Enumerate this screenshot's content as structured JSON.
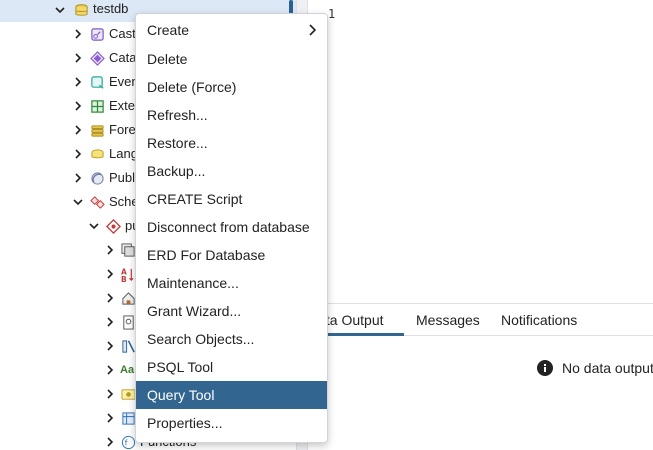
{
  "tree": {
    "db_name": "testdb",
    "items": [
      {
        "label": "Cast",
        "icon": "cast-icon"
      },
      {
        "label": "Cata",
        "icon": "catalog-icon"
      },
      {
        "label": "Even",
        "icon": "event-trigger-icon"
      },
      {
        "label": "Exte",
        "icon": "extension-icon"
      },
      {
        "label": "Fore",
        "icon": "foreign-data-wrapper-icon"
      },
      {
        "label": "Lang",
        "icon": "language-icon"
      },
      {
        "label": "Publ",
        "icon": "publication-icon"
      },
      {
        "label": "Sche",
        "icon": "schemas-icon"
      },
      {
        "label": "pu",
        "icon": "schema-icon"
      },
      {
        "label": "",
        "icon": "collation-icon"
      },
      {
        "label": "",
        "icon": "domain-icon"
      },
      {
        "label": "",
        "icon": "fts-configuration-icon"
      },
      {
        "label": "",
        "icon": "fts-dictionary-icon"
      },
      {
        "label": "",
        "icon": "fts-parser-icon"
      },
      {
        "label": "Aa",
        "icon": ""
      },
      {
        "label": "",
        "icon": "foreign-table-icon"
      },
      {
        "label": "",
        "icon": "function-table-icon"
      },
      {
        "label": "Functions",
        "icon": "functions-icon"
      }
    ]
  },
  "editor": {
    "line_number": "1"
  },
  "results": {
    "tabs": [
      "Data Output",
      "Messages",
      "Notifications"
    ],
    "active_tab": "Data Output",
    "empty_message": "No data output."
  },
  "context_menu": {
    "items": [
      {
        "label": "Create",
        "submenu": true
      },
      {
        "label": "Delete"
      },
      {
        "label": "Delete (Force)"
      },
      {
        "label": "Refresh..."
      },
      {
        "label": "Restore..."
      },
      {
        "label": "Backup..."
      },
      {
        "label": "CREATE Script"
      },
      {
        "label": "Disconnect from database"
      },
      {
        "label": "ERD For Database"
      },
      {
        "label": "Maintenance..."
      },
      {
        "label": "Grant Wizard..."
      },
      {
        "label": "Search Objects..."
      },
      {
        "label": "PSQL Tool"
      },
      {
        "label": "Query Tool",
        "highlighted": true
      },
      {
        "label": "Properties..."
      }
    ]
  },
  "colors": {
    "accent": "#326690",
    "selected_row": "#dce8f5",
    "text": "#222222"
  }
}
